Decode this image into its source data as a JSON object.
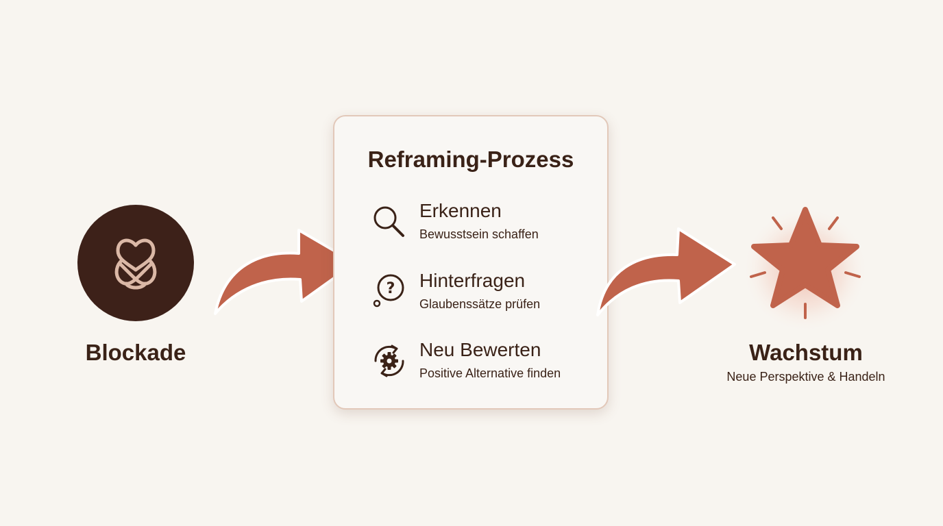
{
  "colors": {
    "background": "#f8f5f0",
    "dark_brown": "#3d2119",
    "accent": "#c0634b",
    "text": "#3a2217",
    "card_border": "#e2c8b9"
  },
  "start_node": {
    "label": "Blockade",
    "icon": "interlocked-links-icon"
  },
  "process": {
    "title": "Reframing-Prozess",
    "steps": [
      {
        "title": "Erkennen",
        "description": "Bewusstsein schaffen",
        "icon": "magnifier-icon"
      },
      {
        "title": "Hinterfragen",
        "description": "Glaubenssätze prüfen",
        "icon": "question-bubble-icon"
      },
      {
        "title": "Neu Bewerten",
        "description": "Positive Alternative finden",
        "icon": "gear-cycle-icon"
      }
    ]
  },
  "end_node": {
    "label": "Wachstum",
    "subtitle": "Neue Perspektive & Handeln",
    "icon": "glowing-star-icon"
  }
}
